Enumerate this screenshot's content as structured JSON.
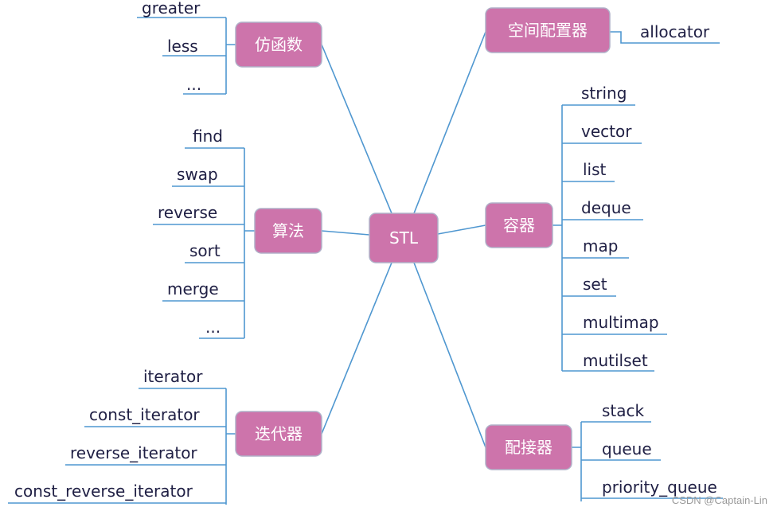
{
  "diagram": {
    "root": "STL",
    "branches": {
      "functor": {
        "label": "仿函数",
        "leaves": [
          "greater",
          "less",
          "..."
        ]
      },
      "algorithm": {
        "label": "算法",
        "leaves": [
          "find",
          "swap",
          "reverse",
          "sort",
          "merge",
          "..."
        ]
      },
      "iterator": {
        "label": "迭代器",
        "leaves": [
          "iterator",
          "const_iterator",
          "reverse_iterator",
          "const_reverse_iterator"
        ]
      },
      "allocator": {
        "label": "空间配置器",
        "leaves": [
          "allocator"
        ]
      },
      "container": {
        "label": "容器",
        "leaves": [
          "string",
          "vector",
          "list",
          "deque",
          "map",
          "set",
          "multimap",
          "mutilset"
        ]
      },
      "adapter": {
        "label": "配接器",
        "leaves": [
          "stack",
          "queue",
          "priority_queue"
        ]
      }
    }
  },
  "watermark": "CSDN @Captain-Lin",
  "colors": {
    "node_fill": "#cd74ab",
    "edge": "#4f97d0",
    "leaf_text": "#1f1f44"
  }
}
